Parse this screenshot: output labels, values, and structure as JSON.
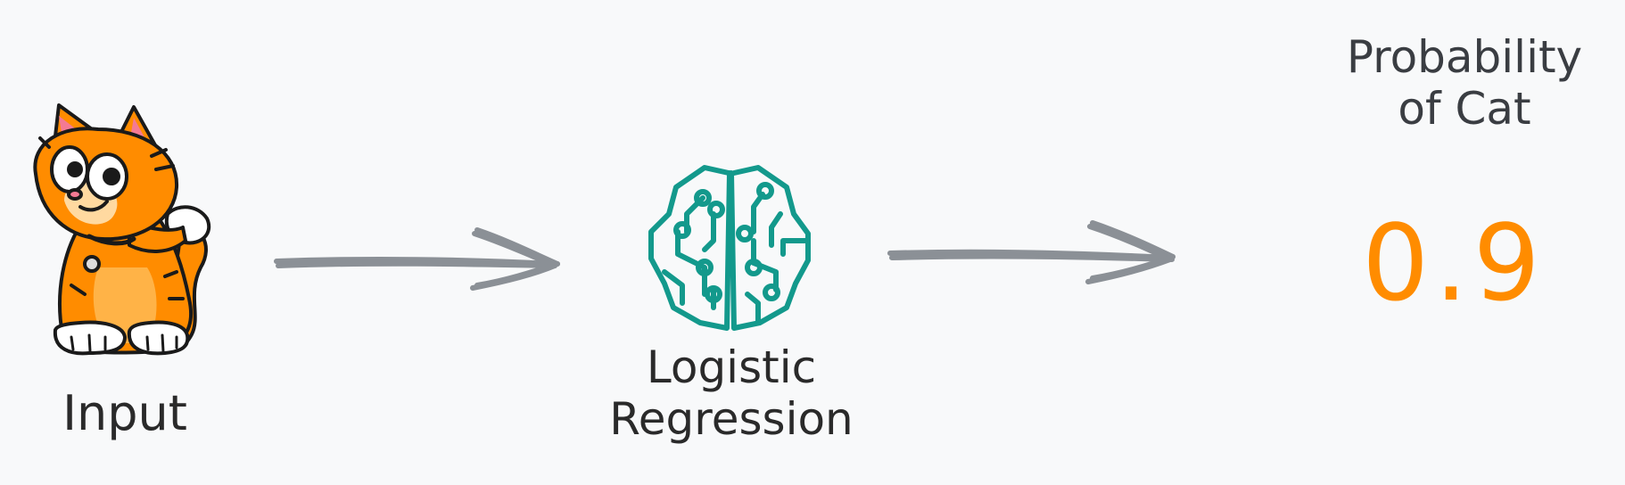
{
  "input": {
    "label": "Input",
    "icon": "cat-icon"
  },
  "model": {
    "label_line1": "Logistic",
    "label_line2": "Regression",
    "icon": "brain-circuit-icon",
    "color": "#13998c"
  },
  "output": {
    "title_line1": "Probability",
    "title_line2": "of Cat",
    "value": "0.9",
    "value_color": "#ff8c00"
  },
  "colors": {
    "background": "#f8f9fa",
    "arrow": "#8b9096",
    "cat_fur": "#ff8c00",
    "cat_ear": "#f47a93"
  }
}
